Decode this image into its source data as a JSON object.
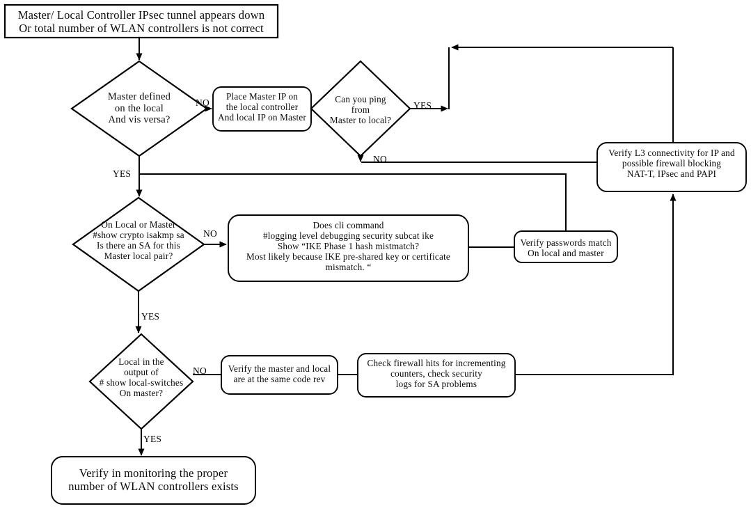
{
  "diagram": {
    "title": "Master/Local Controller IPsec tunnel troubleshooting flowchart",
    "background_color": "#ffffff",
    "line_color": "#000000",
    "text_color": "#000000"
  },
  "nodes": {
    "start": {
      "shape": "rectangle",
      "text": "Master/ Local Controller IPsec tunnel appears down\nOr total number of WLAN controllers is not correct"
    },
    "decision_master_defined": {
      "shape": "diamond",
      "text": "Master defined\non the local\nAnd vis versa?"
    },
    "process_place_master_ip": {
      "shape": "rounded-rectangle",
      "text": "Place Master IP on\nthe local controller\nAnd local IP on Master"
    },
    "decision_can_ping": {
      "shape": "diamond",
      "text": "Can you ping\nfrom\nMaster to local?"
    },
    "process_verify_l3": {
      "shape": "rounded-rectangle",
      "text": "Verify L3 connectivity for IP and\npossible firewall blocking\nNAT-T, IPsec and PAPI"
    },
    "decision_crypto_sa": {
      "shape": "diamond",
      "text": "On Local or Master\n#show crypto isakmp sa\nIs there an SA for this\nMaster local pair?"
    },
    "process_cli_command": {
      "shape": "rounded-rectangle",
      "text": "Does cli command\n#logging level debugging security subcat ike\nShow “IKE Phase 1 hash mistmatch?\nMost likely because IKE pre-shared key or certificate\nmismatch. “"
    },
    "process_verify_passwords": {
      "shape": "rounded-rectangle",
      "text": "Verify passwords match\nOn local and master"
    },
    "decision_local_switches": {
      "shape": "diamond",
      "text": "Local in the\noutput of\n# show local-switches\nOn master?"
    },
    "process_verify_code_rev": {
      "shape": "rounded-rectangle",
      "text": "Verify the master and local\nare at the same code rev"
    },
    "process_check_firewall": {
      "shape": "rounded-rectangle",
      "text": "Check firewall hits for incrementing\ncounters, check security\nlogs for SA problems"
    },
    "process_verify_monitoring": {
      "shape": "rounded-rectangle",
      "text": "Verify in monitoring the proper\nnumber of WLAN controllers exists"
    }
  },
  "edge_labels": {
    "master_defined_no": "NO",
    "master_defined_yes": "YES",
    "can_ping_yes": "YES",
    "can_ping_no": "NO",
    "crypto_sa_no": "NO",
    "crypto_sa_yes": "YES",
    "local_switches_no": "NO",
    "local_switches_yes": "YES"
  }
}
